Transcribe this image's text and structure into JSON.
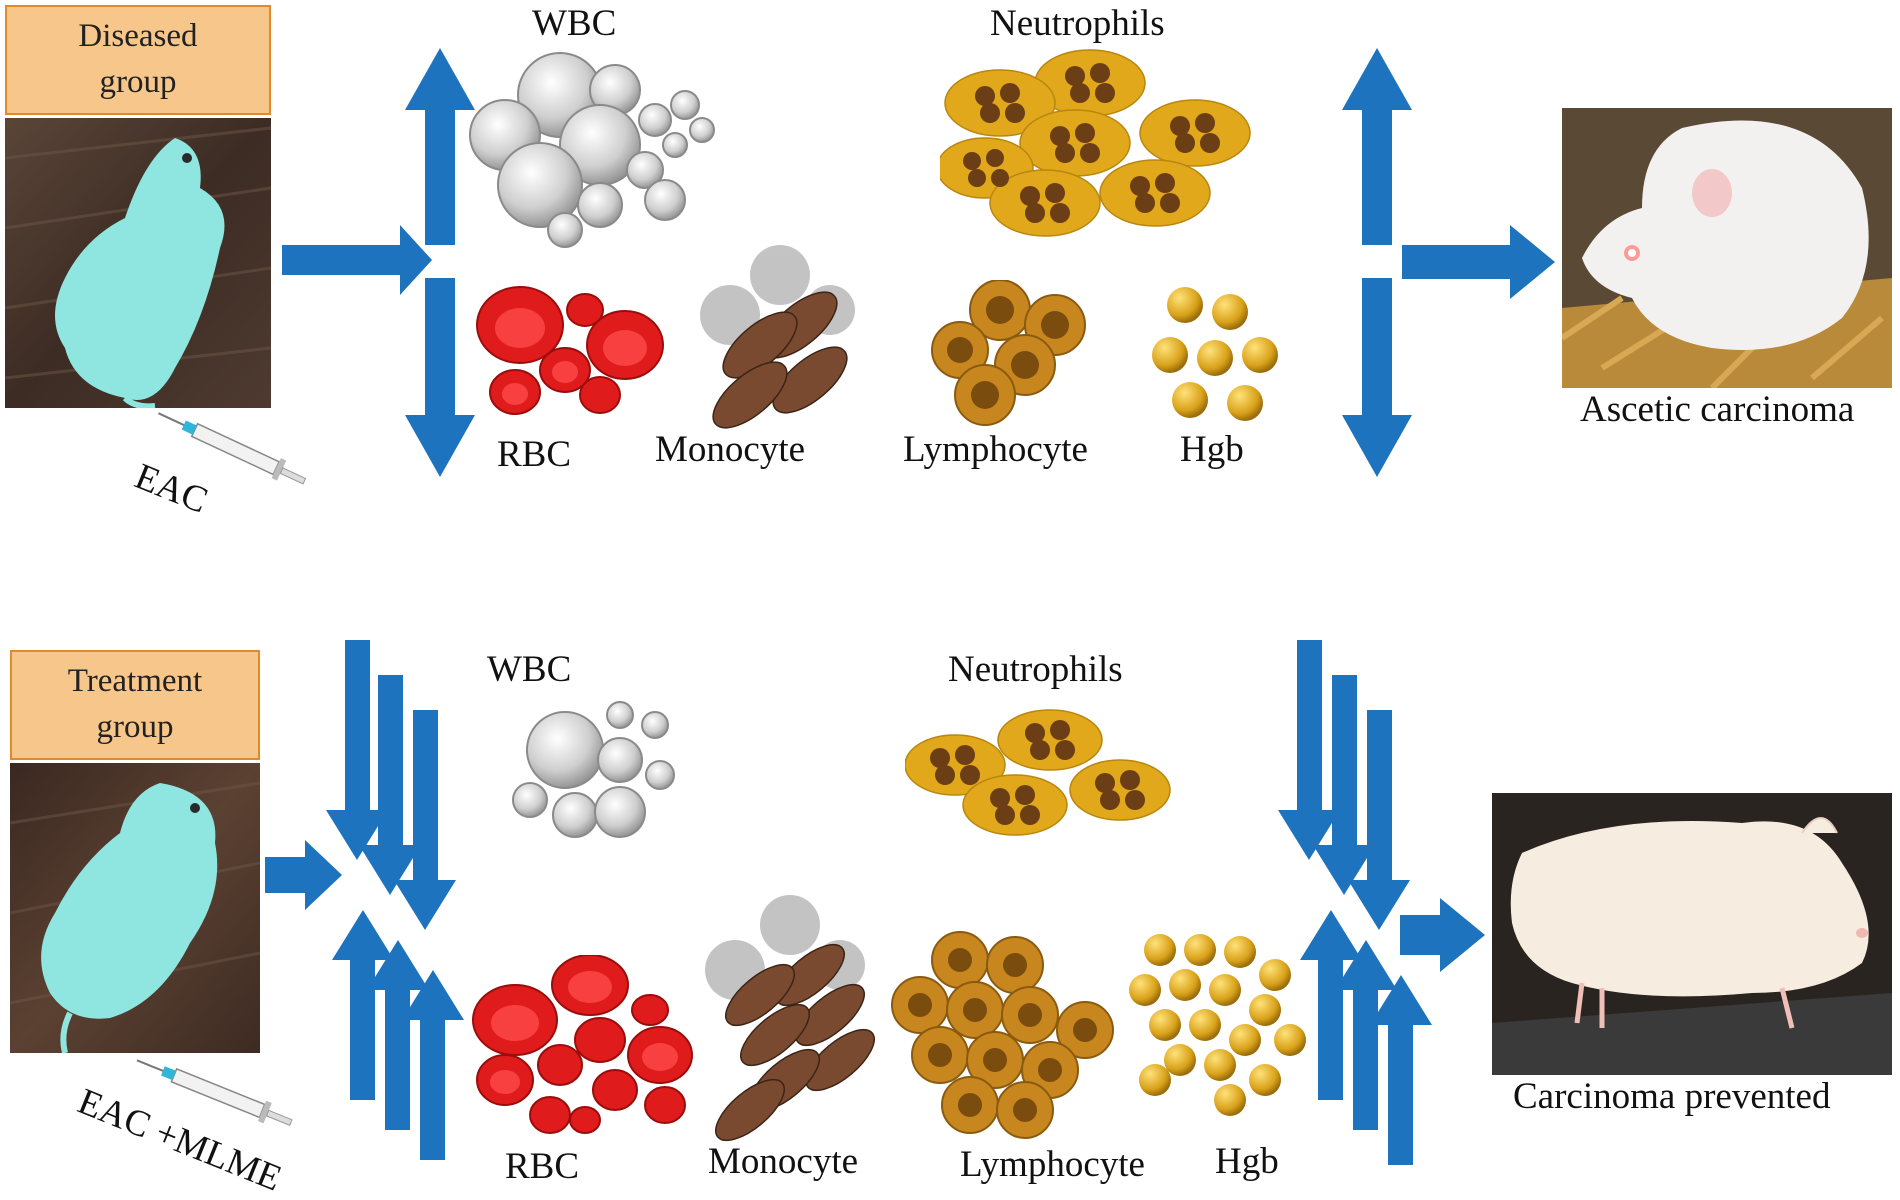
{
  "colors": {
    "arrow": "#1e73be",
    "group_box_fill": "#f7c68b",
    "group_box_border": "#e08a2a",
    "rbc": "#e01b1b",
    "wbc": "#c9c9c9",
    "neutrophil": "#e0a81a",
    "lymphocyte": "#c8871e",
    "hgb": "#d9a21a",
    "monocyte": "#7a4a30"
  },
  "top_panel": {
    "group_label_line1": "Diseased",
    "group_label_line2": "group",
    "injection_label": "EAC",
    "cells_up": {
      "wbc": "WBC",
      "neutrophils": "Neutrophils"
    },
    "cells_down": {
      "rbc": "RBC",
      "monocyte": "Monocyte",
      "lymphocyte": "Lymphocyte",
      "hgb": "Hgb"
    },
    "outcome": "Ascetic carcinoma"
  },
  "bottom_panel": {
    "group_label_line1": "Treatment",
    "group_label_line2": "group",
    "injection_label": "EAC +MLME",
    "cells_down": {
      "wbc": "WBC",
      "neutrophils": "Neutrophils"
    },
    "cells_up": {
      "rbc": "RBC",
      "monocyte": "Monocyte",
      "lymphocyte": "Lymphocyte",
      "hgb": "Hgb"
    },
    "outcome": "Carcinoma prevented"
  }
}
